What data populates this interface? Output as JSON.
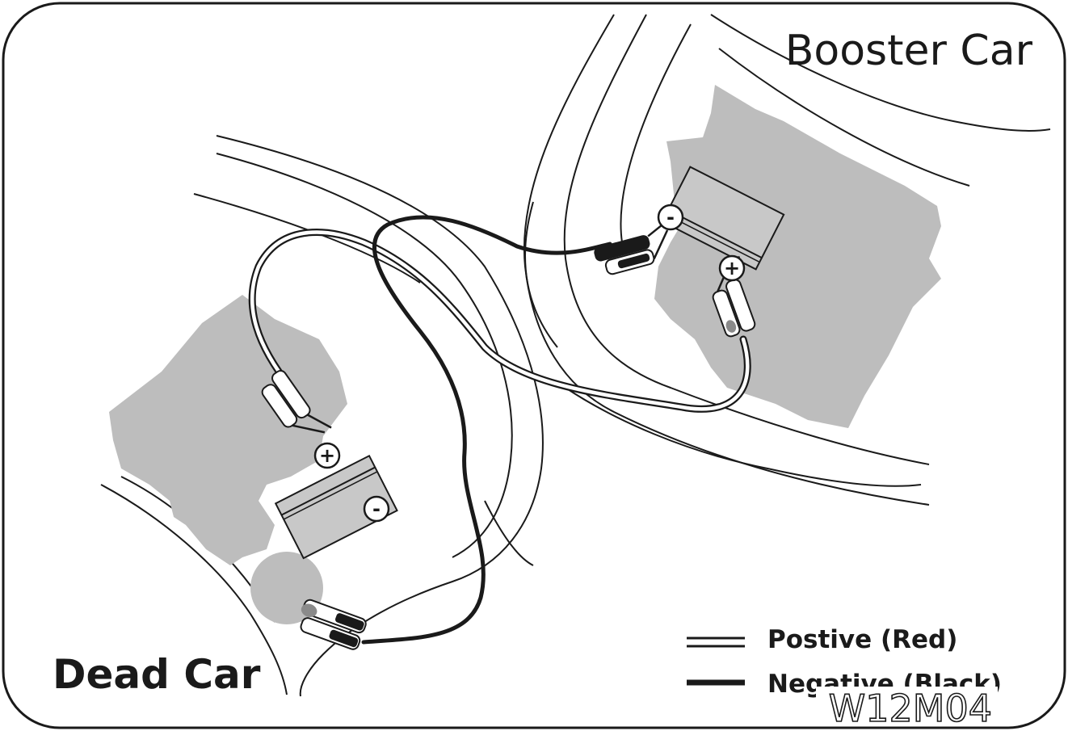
{
  "labels": {
    "booster_car": "Booster Car",
    "dead_car": "Dead Car",
    "figure_code": "W12M04"
  },
  "legend": {
    "positive": "Postive (Red)",
    "negative": "Negative (Black)"
  },
  "terminals": {
    "plus": "+",
    "minus": "-"
  },
  "colors": {
    "ink": "#1a1a1a",
    "engine_gray": "#bdbdbd",
    "battery_gray": "#c8c8c8",
    "background": "#ffffff"
  }
}
